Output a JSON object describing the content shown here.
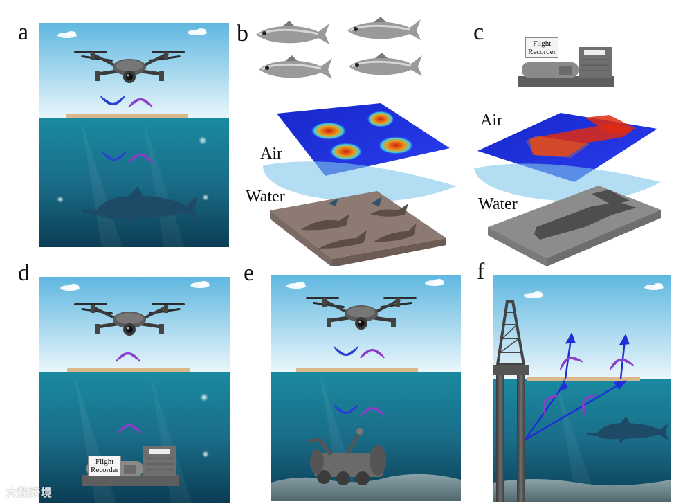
{
  "panels": {
    "a": {
      "letter": "a"
    },
    "b": {
      "letter": "b",
      "air_label": "Air",
      "water_label": "Water"
    },
    "c": {
      "letter": "c",
      "air_label": "Air",
      "water_label": "Water",
      "device_label_line1": "Flight",
      "device_label_line2": "Recorder"
    },
    "d": {
      "letter": "d",
      "device_label_line1": "Flight",
      "device_label_line2": "Recorder"
    },
    "e": {
      "letter": "e"
    },
    "f": {
      "letter": "f"
    }
  },
  "watermark": "大数跨境",
  "colors": {
    "sky_top": "#5fb7e0",
    "sky_bottom": "#e9f6fb",
    "water_top": "#1b8ca0",
    "water_bottom": "#0a3b52",
    "plate": "#d9b98c",
    "signal_blue": "#2b3fd1",
    "signal_purple": "#8b3fc8",
    "heat_low": "#1a2bd6",
    "heat_high": "#e02a10"
  }
}
